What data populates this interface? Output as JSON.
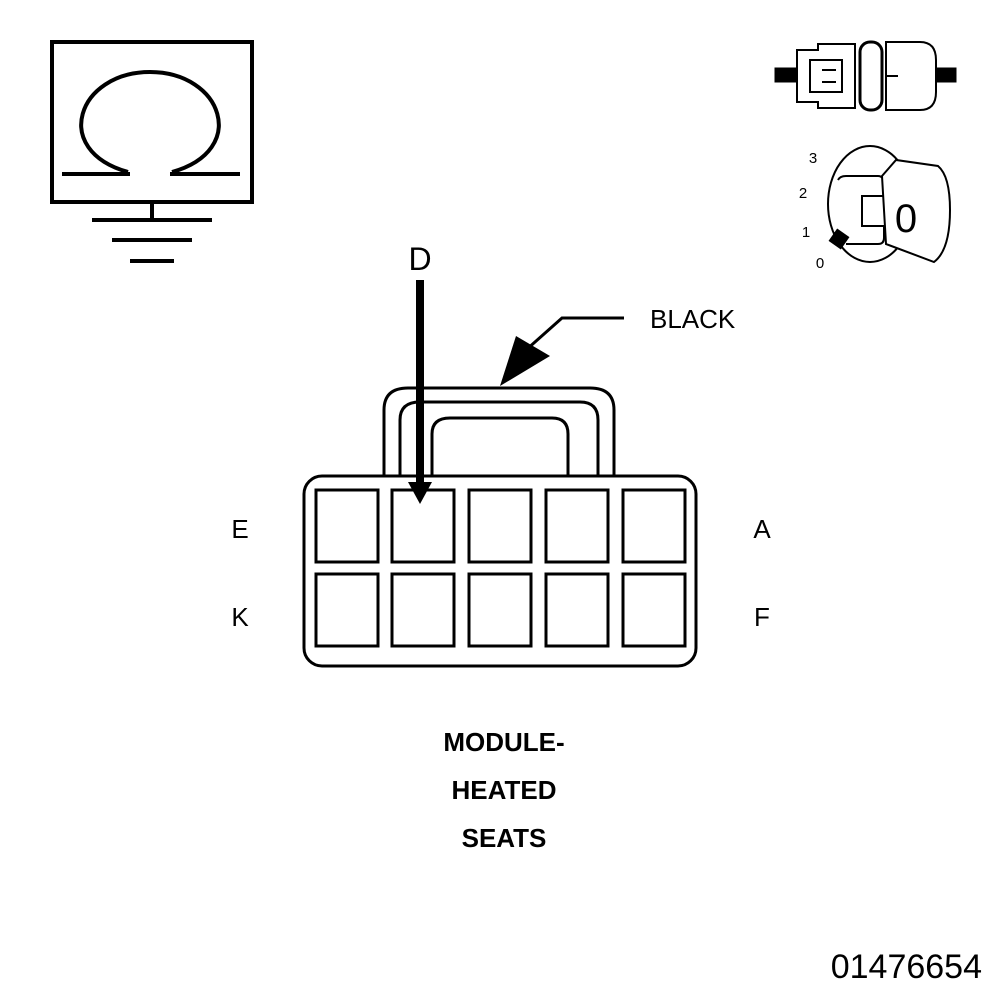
{
  "ohmmeter_icon": {
    "symbol": "Ω",
    "icon": "ohmmeter-ground-icon"
  },
  "connector_icon": {
    "icon": "disconnected-connector-icon"
  },
  "ignition": {
    "icon": "ignition-key-off-icon",
    "positions": [
      "3",
      "2",
      "1",
      "0"
    ],
    "key_label": "0"
  },
  "probe": {
    "pin_label": "D"
  },
  "connector": {
    "color_label": "BLACK",
    "pin_labels": {
      "top_left": "E",
      "top_right": "A",
      "bottom_left": "K",
      "bottom_right": "F"
    }
  },
  "component": {
    "lines": [
      "MODULE-",
      "HEATED",
      "SEATS"
    ]
  },
  "figure_id": "01476654"
}
